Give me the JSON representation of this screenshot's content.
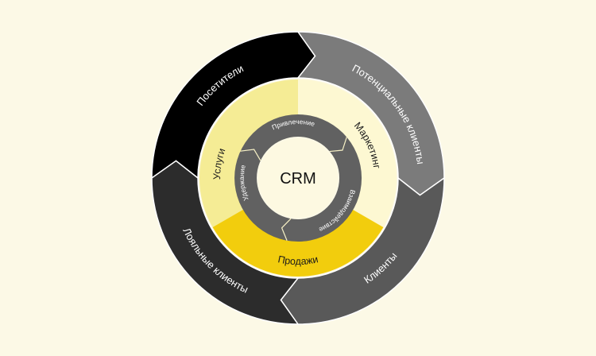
{
  "outer_ring": [
    {
      "id": "visitors",
      "label": "Посетители",
      "color": "#000000"
    },
    {
      "id": "potential",
      "label": "Потенциальные клиенты",
      "color": "#7b7b7b"
    },
    {
      "id": "clients",
      "label": "Клиенты",
      "color": "#595959"
    },
    {
      "id": "loyal",
      "label": "Лояльные клиенты",
      "color": "#2c2c2c"
    }
  ],
  "middle_ring": [
    {
      "id": "marketing",
      "label": "Маркетинг",
      "color": "#fdf8d2"
    },
    {
      "id": "sales",
      "label": "Продажи",
      "color": "#f2cd0d"
    },
    {
      "id": "services",
      "label": "Услуги",
      "color": "#f5ec95"
    }
  ],
  "inner_ring": [
    {
      "id": "attraction",
      "label": "Привлечение"
    },
    {
      "id": "interaction",
      "label": "Взаимодействие"
    },
    {
      "id": "retention",
      "label": "Удержание"
    }
  ],
  "inner_ring_color": "#616161",
  "center": {
    "label": "CRM",
    "color": "#fdf9e1"
  },
  "background_color": "#fcf9e6"
}
